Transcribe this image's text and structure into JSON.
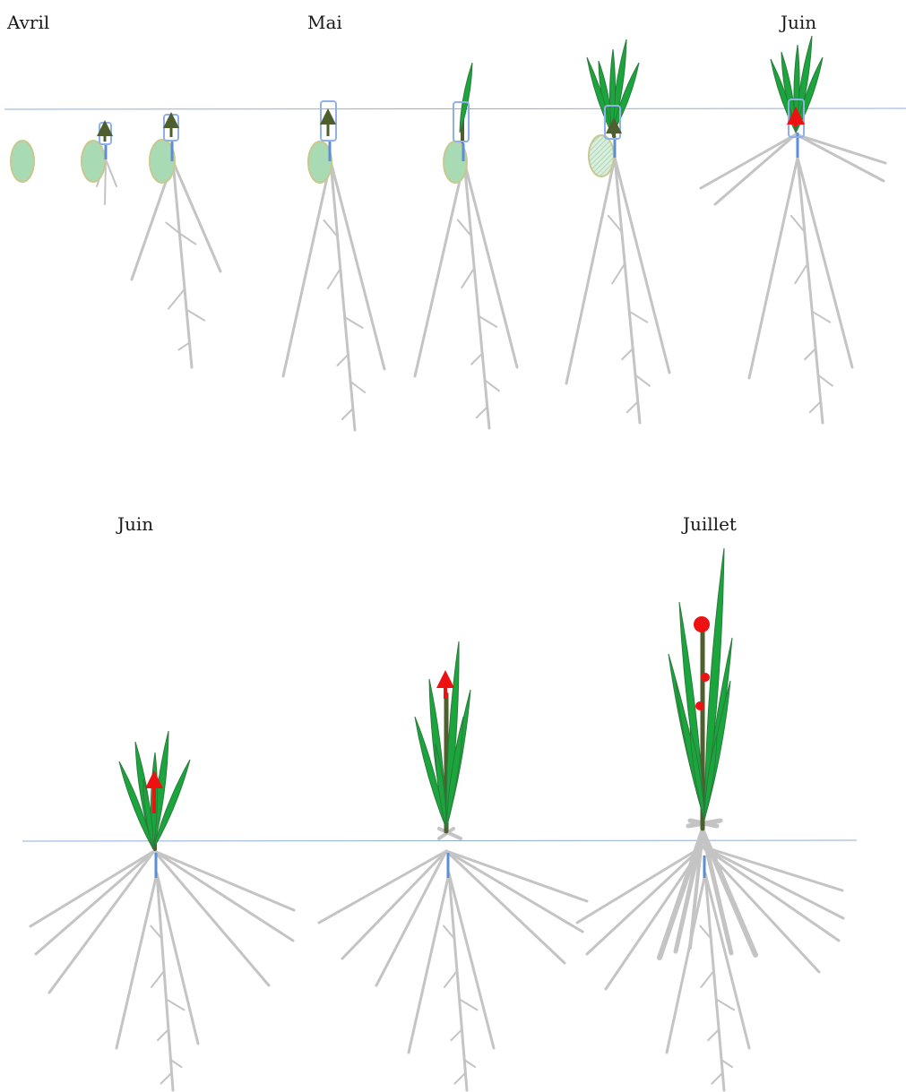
{
  "labels": {
    "avril": "Avril",
    "mai": "Mai",
    "juin_top": "Juin",
    "juin_bottom": "Juin",
    "juillet": "Juillet"
  },
  "colors": {
    "soil_line": "#8faedc",
    "root": "#c4c4c4",
    "leaf": "#1aa63c",
    "leaf_edge": "#2c7a3c",
    "stem": "#4f5e2e",
    "meristem": "#5a8fd6",
    "box": "#8fb1ea",
    "seed": "#a8dab4",
    "seed_edge": "#c8c890",
    "ear": "#ee1111"
  }
}
